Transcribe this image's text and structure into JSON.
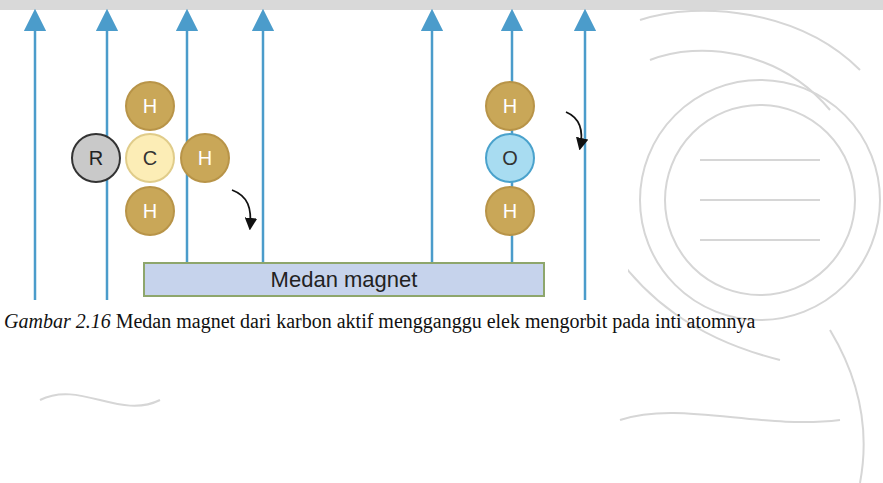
{
  "diagram": {
    "caption": "Gambar 2.16 Medan magnet dari karbon aktif mengganggu elek mengorbit pada inti atomnya",
    "nodes": [
      {
        "text": [
          "H"
        ]
      },
      {
        "text": [
          "H"
        ]
      },
      {
        "text": [
          "R"
        ]
      },
      {
        "text": [
          "C"
        ]
      },
      {
        "text": [
          "H"
        ]
      },
      {
        "text": [
          "O"
        ]
      },
      {
        "text": [
          "H"
        ]
      },
      {
        "text": [
          "H"
        ]
      },
      {
        "text": [
          "Medan magnet"
        ]
      }
    ]
  }
}
